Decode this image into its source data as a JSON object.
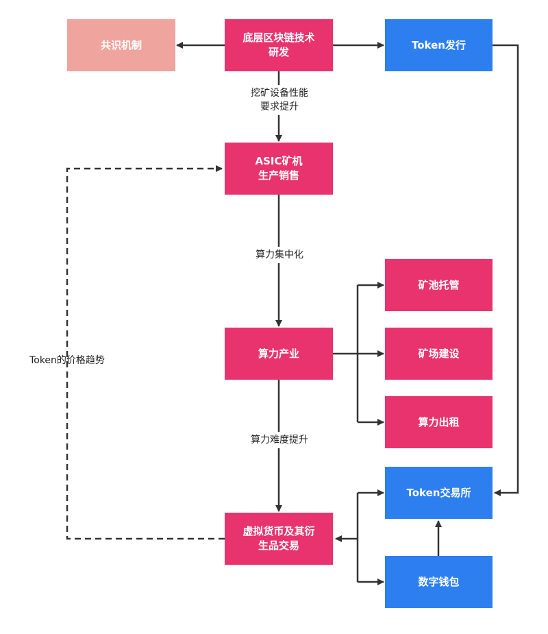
{
  "nodes": {
    "blockchain_rd": "底层区块链技术\n研发",
    "consensus": "共识机制",
    "token_issue": "Token发行",
    "asic": "ASIC矿机\n生产销售",
    "hashpower_industry": "算力产业",
    "pool_hosting": "矿池托管",
    "farm_build": "矿场建设",
    "hash_rental": "算力出租",
    "token_exchange": "Token交易所",
    "crypto_trading": "虚拟货币及其衍\n生品交易",
    "wallet": "数字钱包"
  },
  "edge_labels": {
    "mining_performance": "挖矿设备性能\n要求提升",
    "centralization": "算力集中化",
    "difficulty": "算力难度提升",
    "token_price": "Token的价格趋势"
  },
  "colors": {
    "pink": "#E8336F",
    "blue": "#2D7FF0",
    "salmon": "#F0A49E",
    "line": "#333333"
  }
}
